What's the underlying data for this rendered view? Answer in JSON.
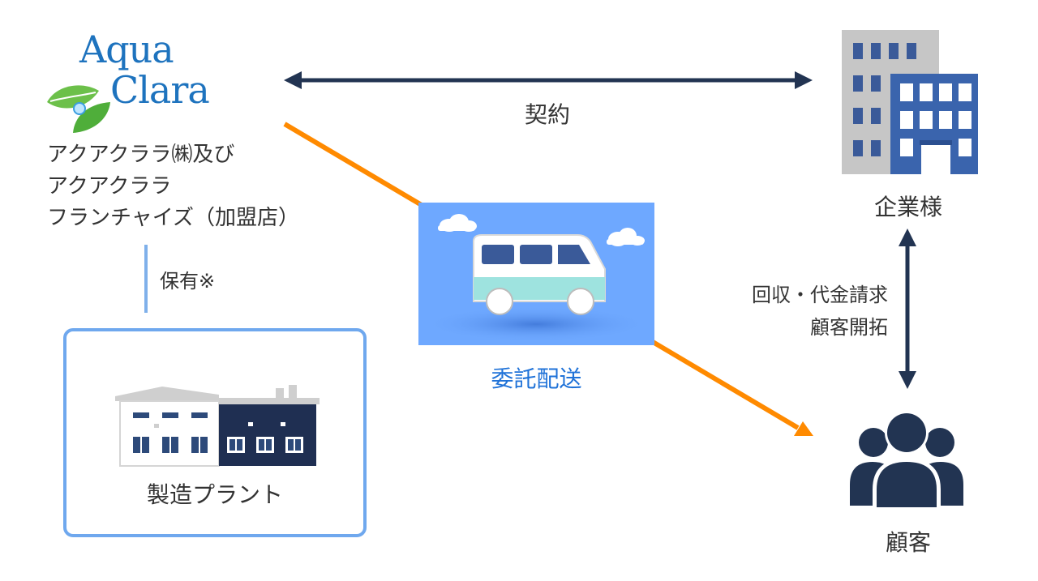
{
  "logo": {
    "line1": "Aqua",
    "line2": "Clara",
    "icon": "leaf-droplet-icon",
    "brand_color": "#1e73be",
    "leaf_color": "#6cc04a"
  },
  "owner": {
    "lines": [
      "アクアクララ㈱及び",
      "アクアクララ",
      "フランチャイズ（加盟店）"
    ]
  },
  "ownership_label": "保有※",
  "plant": {
    "label": "製造プラント",
    "icon": "factory-icon"
  },
  "delivery": {
    "label": "委託配送",
    "icon": "delivery-van-icon",
    "label_color": "#1f72d8"
  },
  "contract_label": "契約",
  "corporation": {
    "label": "企業様",
    "icon": "office-building-icon"
  },
  "collection": {
    "lines": [
      "回収・代金請求",
      "顧客開拓"
    ]
  },
  "customer": {
    "label": "顧客",
    "icon": "customer-group-icon"
  },
  "colors": {
    "arrow_dark": "#223452",
    "arrow_orange": "#ff8a00",
    "border_blue": "#6fa8ee",
    "card_blue": "#6ea8ff"
  }
}
